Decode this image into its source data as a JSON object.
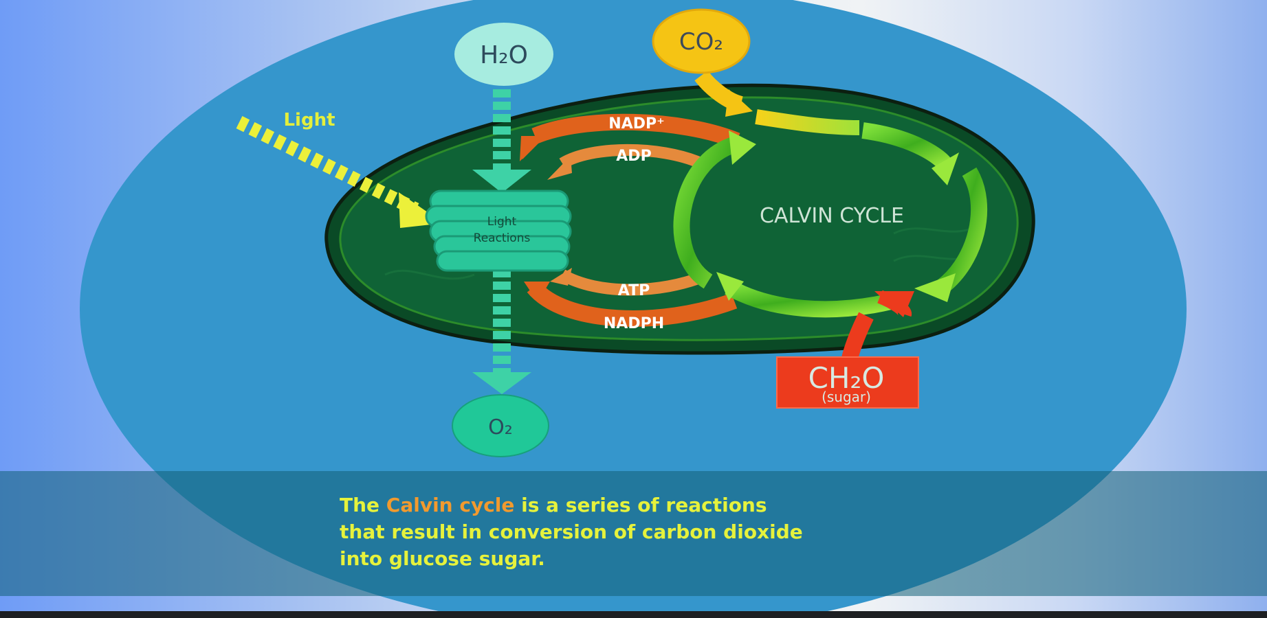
{
  "diagram": {
    "inputs": {
      "water": "H₂O",
      "carbon_dioxide": "CO₂",
      "light": "Light"
    },
    "outputs": {
      "oxygen": "O₂",
      "sugar_formula": "CH₂O",
      "sugar_name": "(sugar)"
    },
    "light_reactions": [
      "Light",
      "Reactions"
    ],
    "calvin_cycle_label": "CALVIN CYCLE",
    "molecules": {
      "nadp_plus": "NADP⁺",
      "adp": "ADP",
      "atp": "ATP",
      "nadph": "NADPH"
    }
  },
  "caption": {
    "prefix": "The ",
    "highlight": "Calvin cycle",
    "line1_rest": " is a series of reactions",
    "line2": "that result in conversion of carbon dioxide",
    "line3": "into glucose sugar."
  },
  "colors": {
    "oval": "#3596cc",
    "chloroplast": "#0e5e33",
    "thylakoid": "#28c592",
    "arrow_orange": "#e0621c",
    "arrow_tan": "#e58a3c",
    "cycle_green": "#4ab520",
    "co2_yellow": "#f5c414",
    "sugar_red": "#ec3b1d",
    "caption_text": "#e6f23c",
    "caption_highlight": "#f29a2e"
  }
}
